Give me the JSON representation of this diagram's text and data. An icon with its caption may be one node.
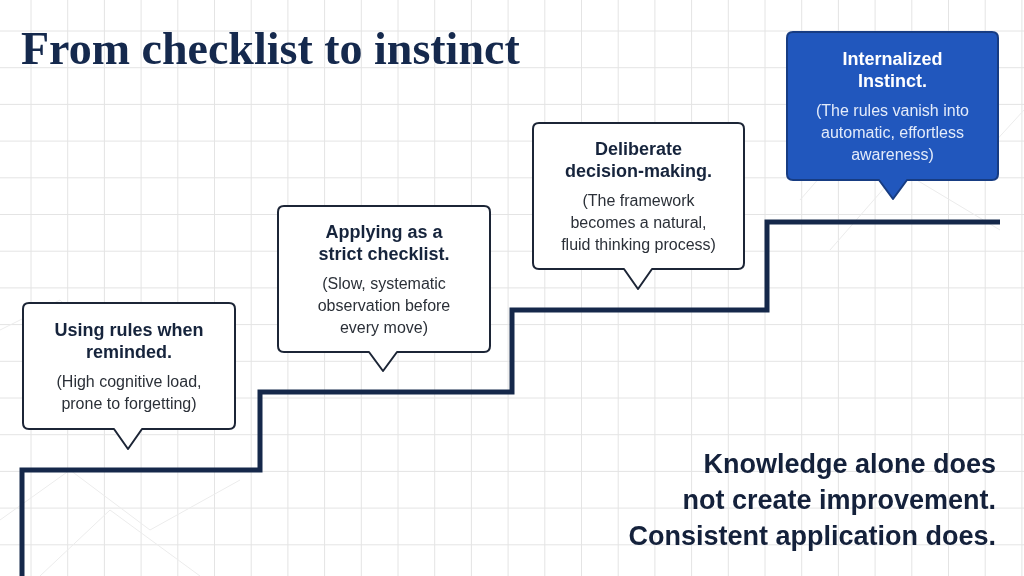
{
  "diagram": {
    "title": "From checklist to instinct",
    "nodes": [
      {
        "text": [
          "Using rules when reminded.",
          "(High cognitive load, prone to forgetting)"
        ]
      },
      {
        "text": [
          "Applying as a strict checklist.",
          "(Slow, systematic observation before every move)"
        ]
      },
      {
        "text": [
          "Deliberate decision-making.",
          "(The framework becomes a natural, fluid thinking process)"
        ]
      },
      {
        "text": [
          "Internalized Instinct.",
          "(The rules vanish into automatic, effortless awareness)"
        ]
      }
    ],
    "labels": [
      "Knowledge alone does not create improvement. Consistent application does."
    ]
  }
}
